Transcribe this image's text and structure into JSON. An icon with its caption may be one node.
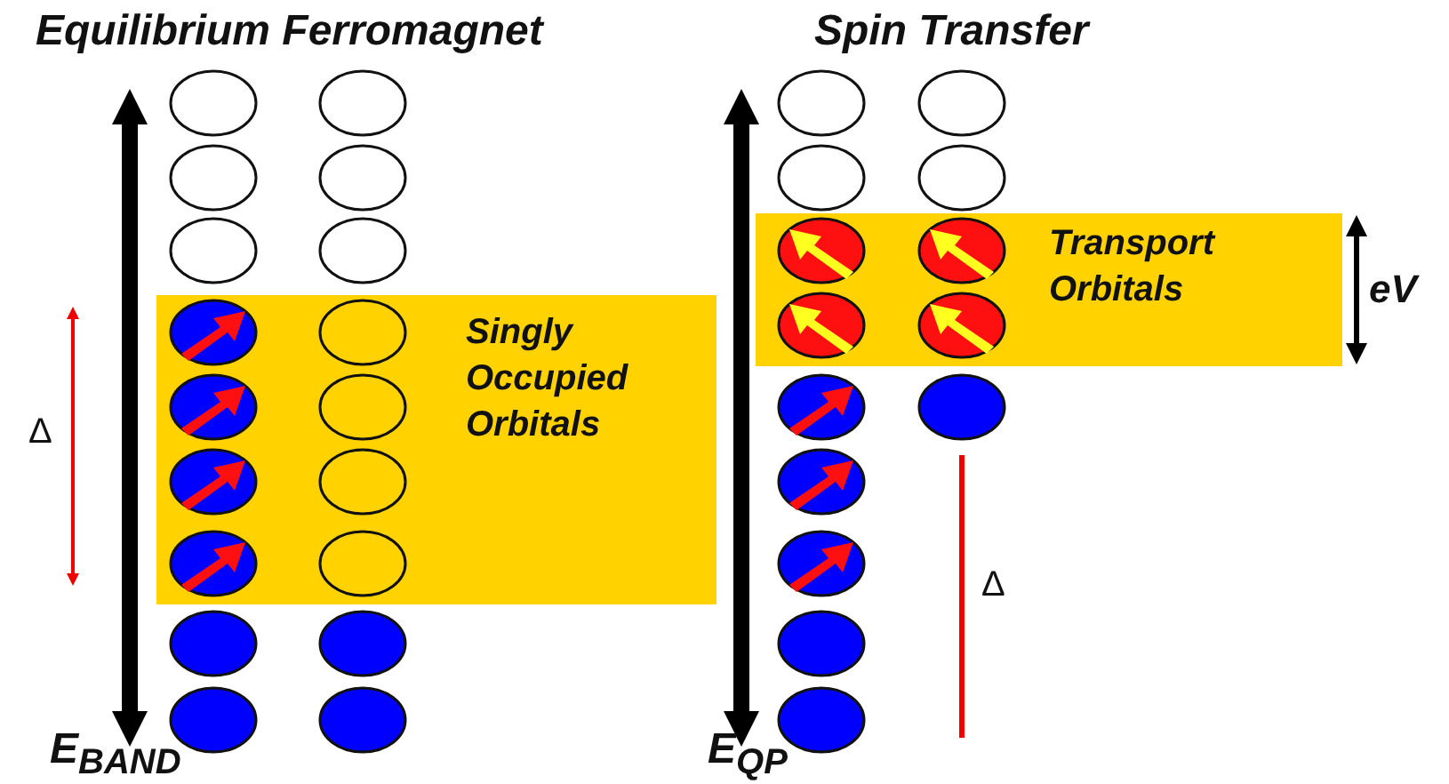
{
  "diagram": {
    "nodes": [
      {
        "text": [
          "Singly Occupied Orbitals"
        ]
      },
      {
        "text": [
          "Transport Orbitals"
        ]
      }
    ],
    "labels": [
      "Equilibrium Ferromagnet",
      "Spin Transfer",
      "Δ",
      "eV",
      "Δ",
      "E$_{BAND}$",
      "E$_{QP}$"
    ]
  }
}
